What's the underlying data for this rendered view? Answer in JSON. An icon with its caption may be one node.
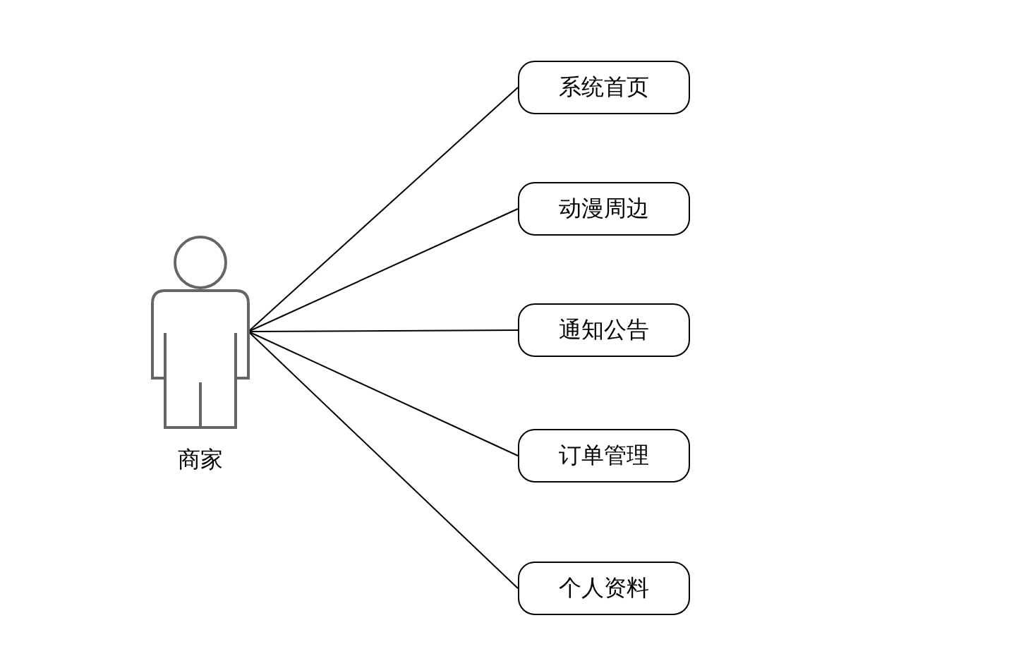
{
  "diagram": {
    "nodes": [
      {
        "text": [],
        "shape": "person",
        "beside": [
          "商家"
        ]
      },
      {
        "text": [
          "系统首页"
        ]
      },
      {
        "text": [
          "动漫周边"
        ]
      },
      {
        "text": [
          "通知公告"
        ]
      },
      {
        "text": [
          "订单管理"
        ]
      },
      {
        "text": [
          "个人资料"
        ]
      }
    ],
    "edges": [
      {
        "from": 0,
        "to": 1,
        "arrow": "none"
      },
      {
        "from": 0,
        "to": 2,
        "arrow": "none"
      },
      {
        "from": 0,
        "to": 3,
        "arrow": "none"
      },
      {
        "from": 0,
        "to": 4,
        "arrow": "none"
      },
      {
        "from": 0,
        "to": 5,
        "arrow": "none"
      }
    ]
  }
}
